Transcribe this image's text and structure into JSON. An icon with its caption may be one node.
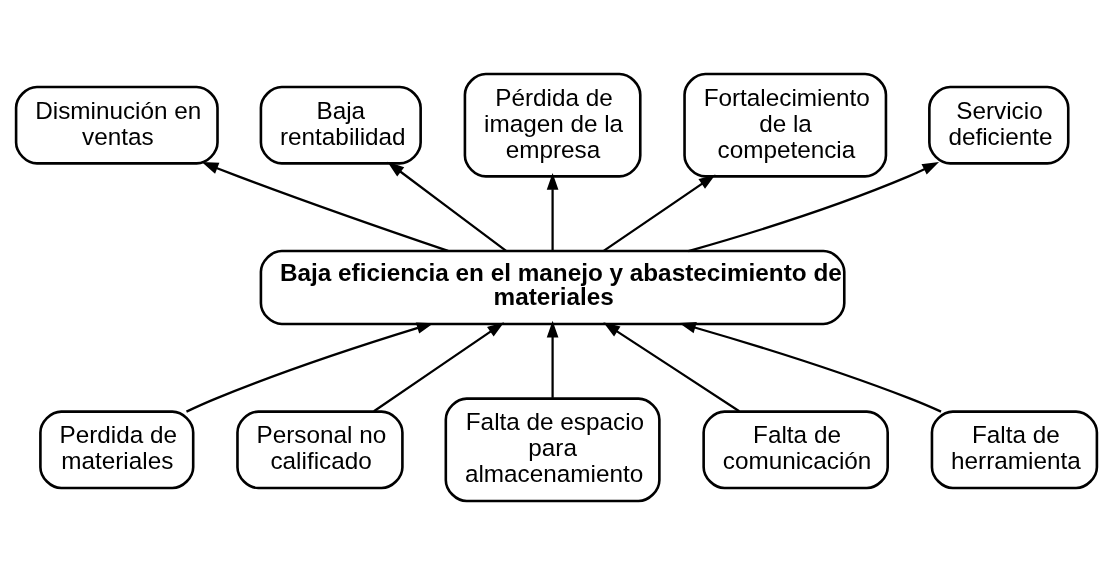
{
  "diagram": {
    "nodes": [
      {
        "text": [
          "Disminución en ventas"
        ]
      },
      {
        "text": [
          "Baja rentabilidad"
        ]
      },
      {
        "text": [
          "Pérdida de imagen de la empresa"
        ]
      },
      {
        "text": [
          "Fortalecimiento de la competencia"
        ]
      },
      {
        "text": [
          "Servicio deficiente"
        ]
      },
      {
        "text": [
          "Baja eficiencia en el manejo y abastecimiento de materiales"
        ]
      },
      {
        "text": [
          "Perdida de materiales"
        ]
      },
      {
        "text": [
          "Personal no calificado"
        ]
      },
      {
        "text": [
          "Falta de espacio para almacenamiento"
        ]
      },
      {
        "text": [
          "Falta de comunicación"
        ]
      },
      {
        "text": [
          "Falta de herramienta"
        ]
      }
    ],
    "edges": [
      {
        "from": 5,
        "to": 0,
        "arrow": "to"
      },
      {
        "from": 5,
        "to": 1,
        "arrow": "to"
      },
      {
        "from": 5,
        "to": 2,
        "arrow": "to"
      },
      {
        "from": 5,
        "to": 3,
        "arrow": "to"
      },
      {
        "from": 5,
        "to": 4,
        "arrow": "to"
      },
      {
        "from": 6,
        "to": 5,
        "arrow": "to"
      },
      {
        "from": 7,
        "to": 5,
        "arrow": "to"
      },
      {
        "from": 8,
        "to": 5,
        "arrow": "to"
      },
      {
        "from": 9,
        "to": 5,
        "arrow": "to"
      },
      {
        "from": 10,
        "to": 5,
        "arrow": "to"
      }
    ]
  }
}
